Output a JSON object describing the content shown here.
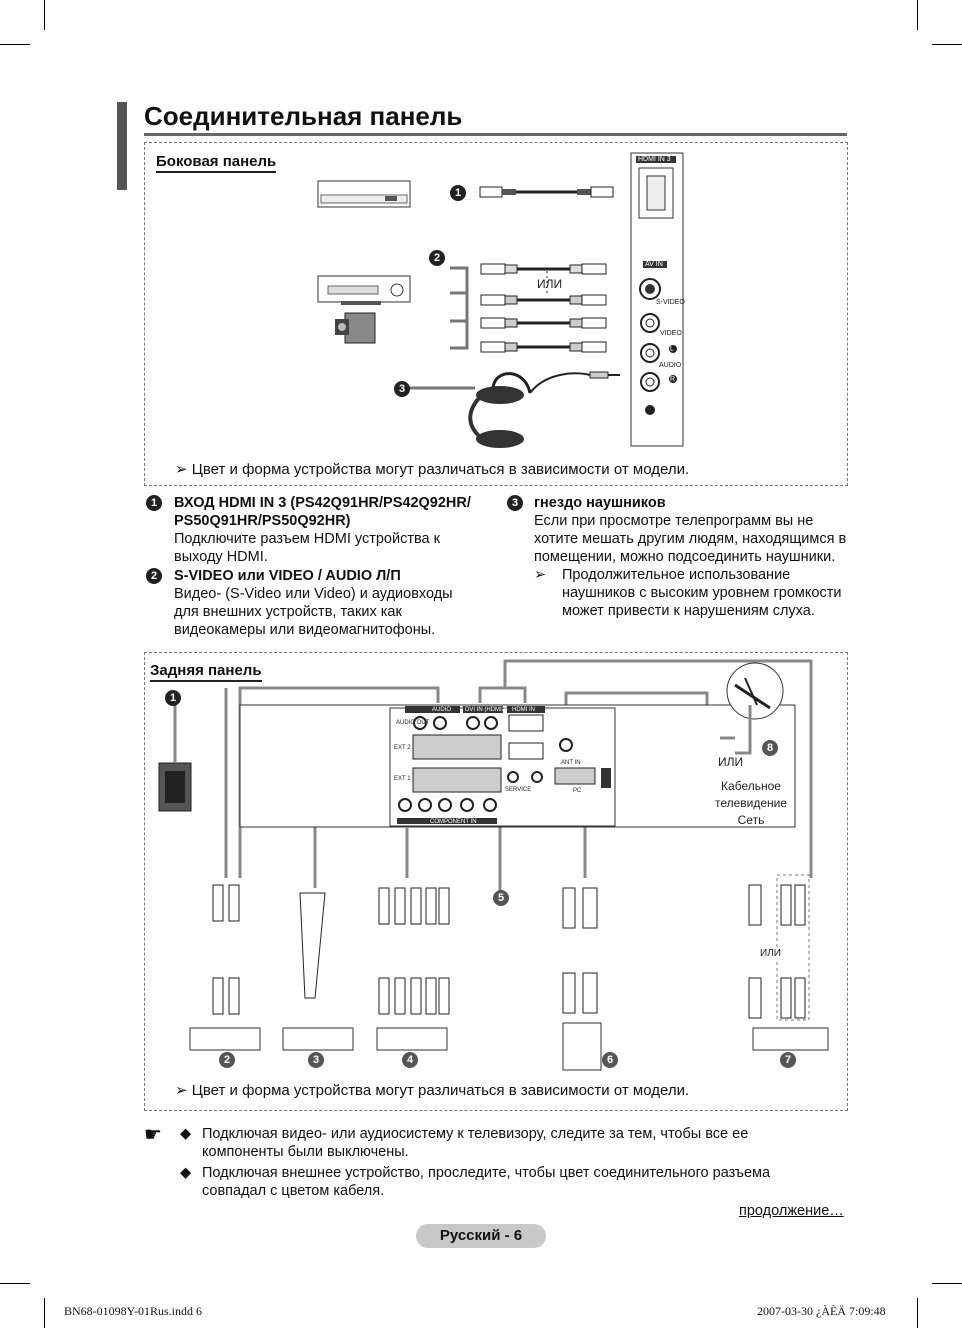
{
  "header": {
    "title": "Соединительная панель"
  },
  "side_panel": {
    "label": "Боковая панель",
    "markers": [
      "1",
      "2",
      "3"
    ],
    "or_label": "ИЛИ",
    "port_labels": {
      "hdmi": "HDMI IN 3",
      "av": "AV IN",
      "svideo": "S-VIDEO",
      "video": "VIDEO",
      "audio": "AUDIO",
      "l": "L",
      "r": "R"
    },
    "note": "Цвет и форма устройства могут различаться в зависимости от модели."
  },
  "descriptions": {
    "item1": {
      "num": "1",
      "title": "ВХОД HDMI IN 3 (PS42Q91HR/PS42Q92HR/ PS50Q91HR/PS50Q92HR)",
      "text": "Подключите разъем HDMI устройства к выходу HDMI."
    },
    "item2": {
      "num": "2",
      "title": "S-VIDEO или VIDEO / AUDIO Л/П",
      "text": "Видео- (S-Video или Video) и аудиовходы для внешних устройств, таких как видеокамеры или видеомагнитофоны."
    },
    "item3": {
      "num": "3",
      "title": "гнездо наушников",
      "text": "Если при просмотре телепрограмм вы не хотите мешать другим людям, находящимся в помещении, можно подсоединить наушники.",
      "note": "Продолжительное использование наушников с высоким уровнем громкости может привести к нарушениям слуха."
    }
  },
  "rear_panel": {
    "label": "Задняя панель",
    "markers": [
      "1",
      "2",
      "3",
      "4",
      "5",
      "6",
      "7",
      "8"
    ],
    "or_label_1": "ИЛИ",
    "or_label_2": "ИЛИ",
    "cable_label": "Кабельное телевидение Сеть",
    "port_labels": {
      "audio_out": "AUDIO OUT",
      "audio": "AUDIO",
      "dvi": "DVI IN (HDMI2)",
      "hdmi_in": "HDMI IN",
      "ext1": "EXT 1",
      "ext2": "EXT 2",
      "service": "SERVICE",
      "ant_in": "ANT IN",
      "pc": "PC",
      "component": "COMPONENT IN"
    },
    "note": "Цвет и форма устройства могут различаться в зависимости от модели."
  },
  "tips": [
    "Подключая видео- или аудиосистему к телевизору, следите за тем, чтобы все ее компоненты были выключены.",
    "Подключая внешнее устройство, проследите, чтобы цвет соединительного разъема совпадал с цветом кабеля."
  ],
  "continue_label": "продолжение…",
  "footer": {
    "page": "Русский - 6",
    "slug_left": "BN68-01098Y-01Rus.indd   6",
    "slug_right": "2007-03-30   ¿ÀÈÄ 7:09:48"
  },
  "icons": {
    "note_arrow": "arrow-bullet-icon",
    "hand": "pointing-hand-icon",
    "bullet": "diamond-bullet-icon"
  }
}
